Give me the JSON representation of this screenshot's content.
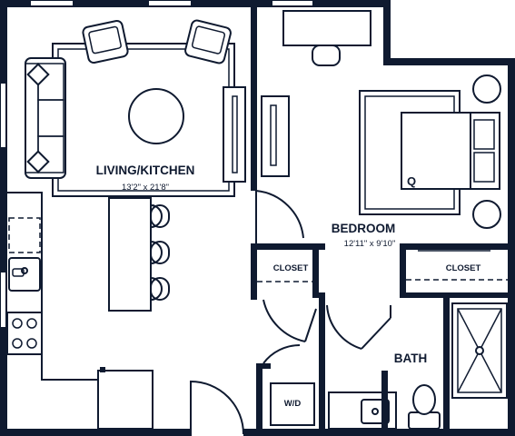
{
  "rooms": {
    "living": {
      "name": "LIVING/KITCHEN",
      "dims": "13'2\" x 21'8\""
    },
    "bedroom": {
      "name": "BEDROOM",
      "dims": "12'11\" x 9'10\""
    },
    "bath": {
      "name": "BATH"
    },
    "closet_left": {
      "name": "CLOSET"
    },
    "closet_right": {
      "name": "CLOSET"
    },
    "laundry": {
      "name": "W/D"
    },
    "bed": {
      "size": "Q"
    }
  },
  "colors": {
    "wall": "#0f1a30",
    "background": "#ffffff"
  }
}
